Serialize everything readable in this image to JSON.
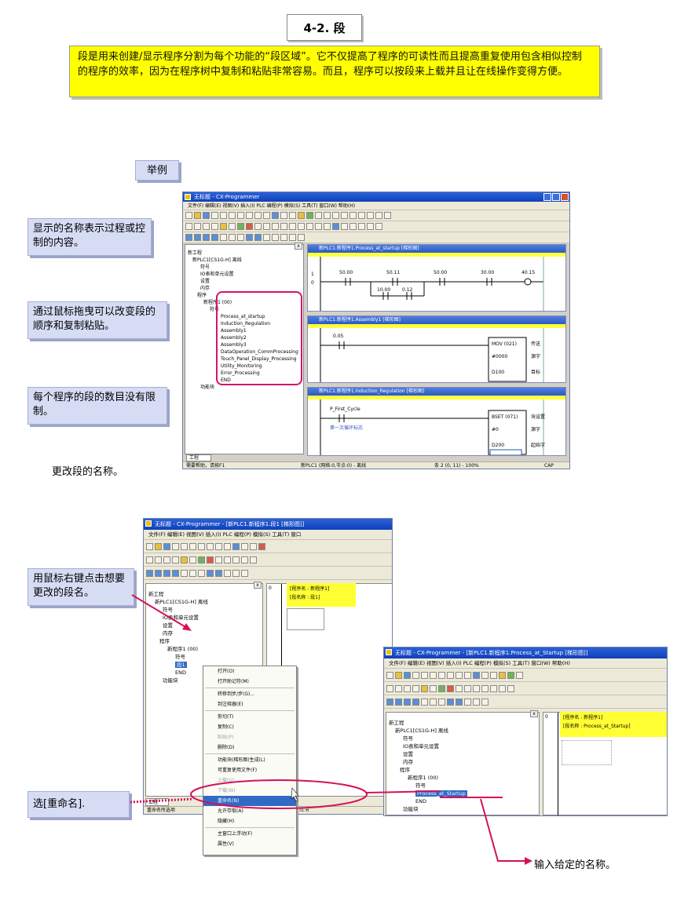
{
  "page": {
    "heading": "4-2. 段",
    "intro": "段是用来创建/显示程序分割为每个功能的“段区域”。它不仅提高了程序的可读性而且提高重复使用包含相似控制的程序的效率，因为在程序树中复制和粘贴非常容易。而且，程序可以按段来上载并且让在线操作变得方便。",
    "example_label": "举例",
    "note_name": "显示的名称表示过程或控制的内容。",
    "note_drag": "通过鼠标拖曳可以改变段的顺序和复制粘贴。",
    "note_count": "每个程序的段的数目没有限制。",
    "change_name": "更改段的名称。",
    "note_rightclick": "用鼠标右键点击想要更改的段名。",
    "note_rename": "选[重命名].",
    "note_input": "输入给定的名称。"
  },
  "shot1": {
    "title": "无标题 - CX-Programmer",
    "menu": "文件(F)  编辑(E)  视图(V)  插入(I)  PLC  编程(P)  模拟(S)  工具(T)  窗口(W)  帮助(H)",
    "tree": [
      "新工程",
      "新PLC1[CS1G-H] 离线",
      "符号",
      "IO表和单元设置",
      "设置",
      "内存",
      "程序",
      "新程序1 (00)",
      "符号",
      "Process_at_startup",
      "Induction_Regulation",
      "Assembly1",
      "Assembly2",
      "Assembly3",
      "DataOperation_CommProcessing",
      "Touch_Panel_Display_Processing",
      "Utility_Monitoring",
      "Error_Processing",
      "END",
      "功能块"
    ],
    "tab": "工程",
    "status_help": "需要帮助，请按F1",
    "status_mid": "新PLC1 (网络:0,节点:0) - 离线",
    "status_pos": "条 2 (0, 11)  - 100%",
    "status_cap": "CAP",
    "ladder1_title": "新PLC1.新程序1.Process_at_startup [梯形图]",
    "ladder1_contacts": [
      "50.00",
      "50.11",
      "50.00",
      "30.00",
      "40.15",
      "10.00",
      "0.12"
    ],
    "ladder1_rung": "1",
    "ladder1_step": "0",
    "ladder2_title": "新PLC1.新程序1.Assembly1 [梯形图]",
    "ladder2_contacts": [
      "0.05",
      "MOV (021)",
      "#0000",
      "D100"
    ],
    "ladder2_labels": [
      "传送",
      "源字",
      "目标"
    ],
    "ladder3_title": "新PLC1.新程序1.Induction_Regulation [梯形图]",
    "ladder3_contacts": [
      "P_First_Cycle",
      "第一次循环标志",
      "BSET (071)",
      "#0",
      "D200"
    ],
    "ladder3_labels": [
      "块设置",
      "源字",
      "起始字"
    ]
  },
  "shot2": {
    "title": "无标题 - CX-Programmer - [新PLC1.新程序1.段1 [梯形图]]",
    "menu": "文件(F)  编辑(E)  视图(V)  插入(I)  PLC  编程(P)  模拟(S)  工具(T)  窗口",
    "tree": [
      "新工程",
      "新PLC1[CS1G-H] 离线",
      "符号",
      "IO表和单元设置",
      "设置",
      "内存",
      "程序",
      "新程序1 (00)",
      "符号",
      "段1",
      "END",
      "功能块"
    ],
    "info_program": "[程序名 : 新程序1]",
    "info_section": "[段名称 : 段1]",
    "rung": "0",
    "menu_items": [
      "打开(O)",
      "打开助记符(M)",
      "转移到步/步(G)...",
      "到注释器(E)",
      "剪切(T)",
      "复制(C)",
      "粘贴(P)",
      "删除(D)",
      "功能块(梯形图)生成(L)",
      "可重复使用文件(F)",
      "上载(U)",
      "下载(W)",
      "重命名(N)",
      "允许存取(A)",
      "隐藏(H)",
      "主窗口上浮动(F)",
      "属性(V)"
    ],
    "tab": "工程",
    "status_left": "重命名所选项",
    "status_mid": "新PLC1 (网络:0,节"
  },
  "shot3": {
    "title": "无标题 - CX-Programmer - [新PLC1.新程序1.Process_at_Startup [梯形图]]",
    "menu": "文件(F)  编辑(E)  视图(V)  插入(I)  PLC  编程(P)  模拟(S)  工具(T)  窗口(W)  帮助(H)",
    "tree": [
      "新工程",
      "新PLC1[CS1G-H] 离线",
      "符号",
      "IO表和单元设置",
      "设置",
      "内存",
      "程序",
      "新程序1 (00)",
      "符号",
      "Process_at_Startup",
      "END",
      "功能块"
    ],
    "info_program": "[程序名 : 新程序1]",
    "info_section": "[段名称 : Process_at_Startup]",
    "rung": "0"
  },
  "colors": {
    "highlight_yellow": "#ffff00",
    "note_blue": "#d6dcf4",
    "pointer_red": "#d6105a",
    "selection_blue": "#316ac5"
  }
}
